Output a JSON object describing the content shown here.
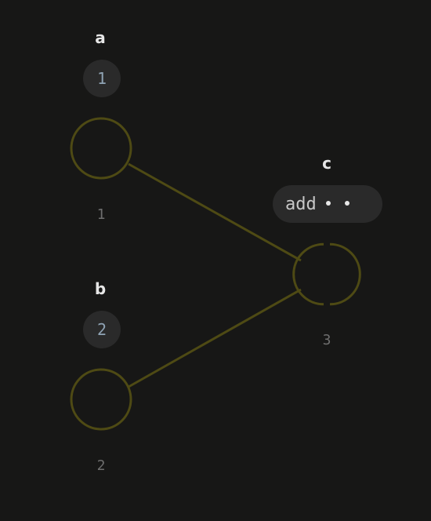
{
  "colors": {
    "background": "#171716",
    "edge": "#4e4a14",
    "node_ring": "#4e4a14",
    "value_text": "#8fa3b4"
  },
  "nodes": {
    "a": {
      "title": "a",
      "value": "1",
      "output": "1"
    },
    "b": {
      "title": "b",
      "value": "2",
      "output": "2"
    },
    "c": {
      "title": "c",
      "operation": "add",
      "output": "3"
    }
  }
}
